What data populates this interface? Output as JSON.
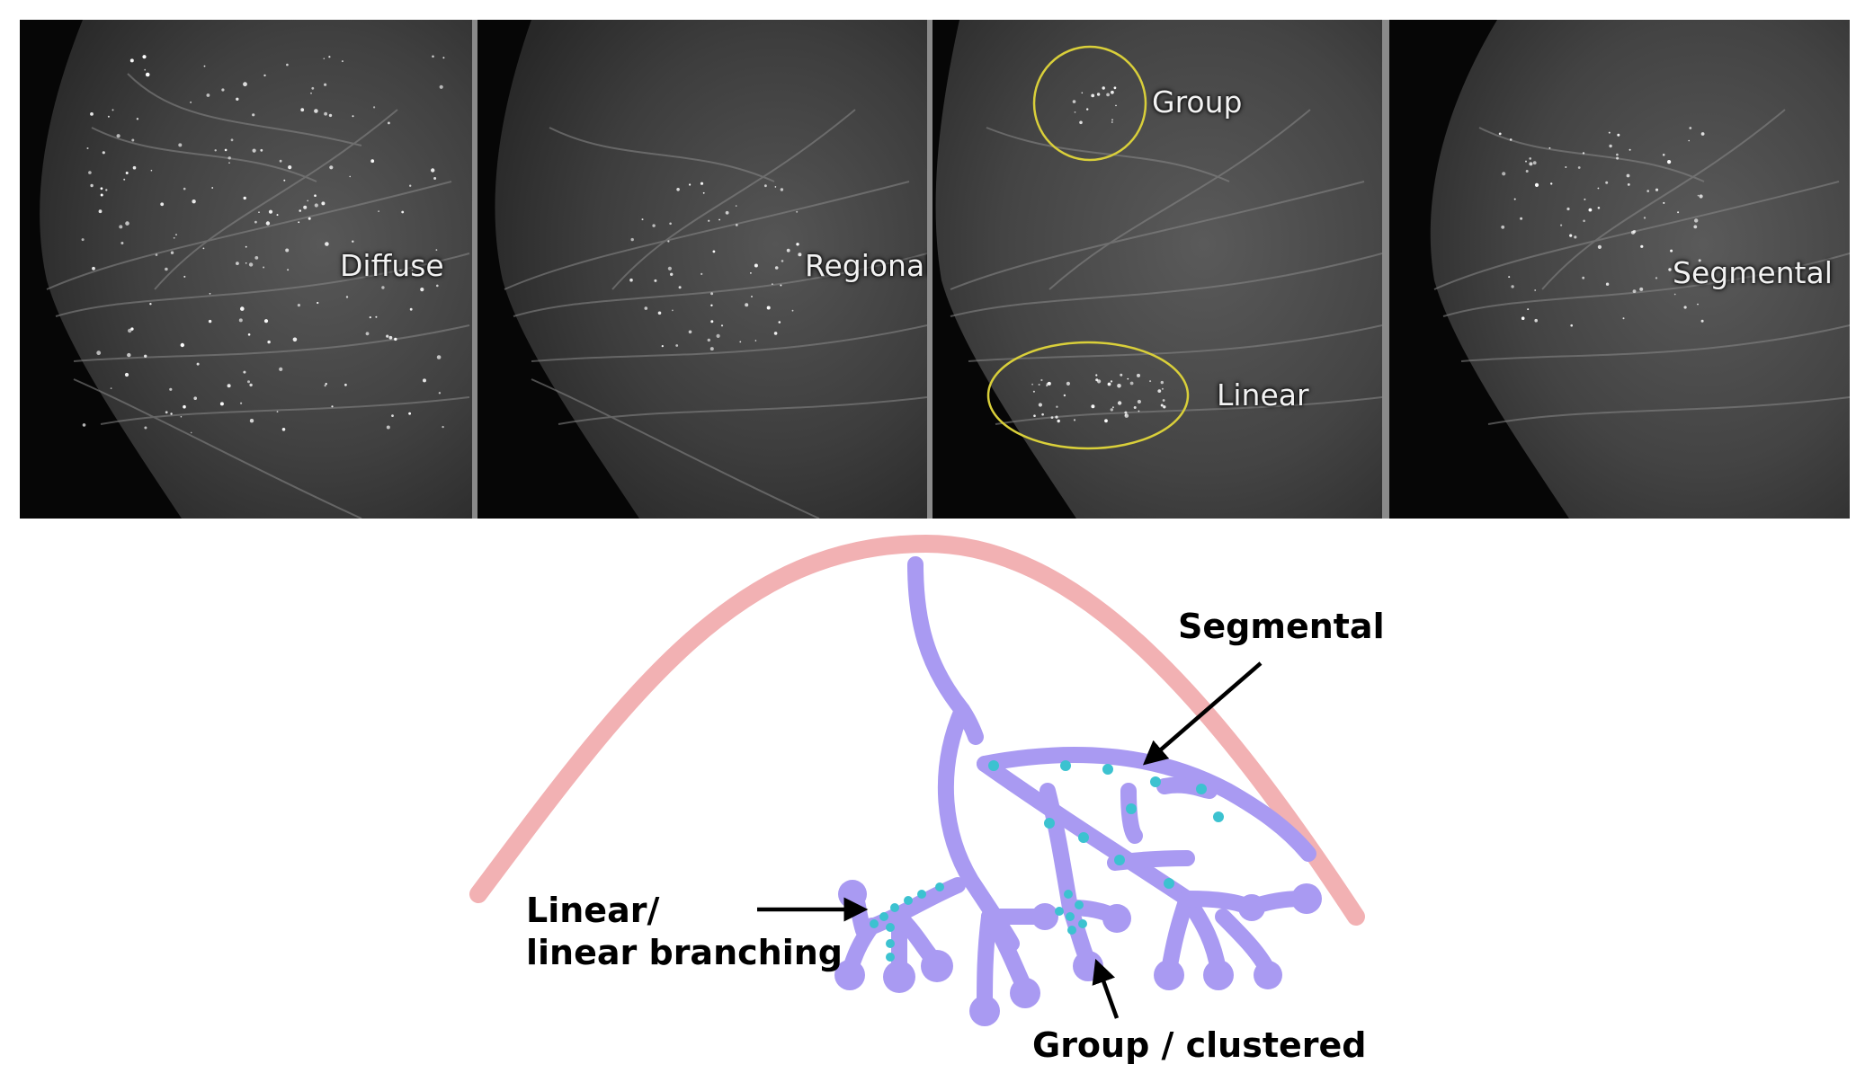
{
  "panels": [
    {
      "label": "Diffuse"
    },
    {
      "label": "Regional"
    },
    {
      "labels": [
        "Group",
        "Linear"
      ]
    },
    {
      "label": "Segmental"
    }
  ],
  "diagram": {
    "segmental_label": "Segmental",
    "linear_label_line1": "Linear/",
    "linear_label_line2": "linear branching",
    "group_label": "Group / clustered"
  },
  "colors": {
    "skin_line": "#f2b1b3",
    "duct": "#a99af2",
    "calcification": "#3cc2d0",
    "roi_circle": "#d9cf3a"
  }
}
